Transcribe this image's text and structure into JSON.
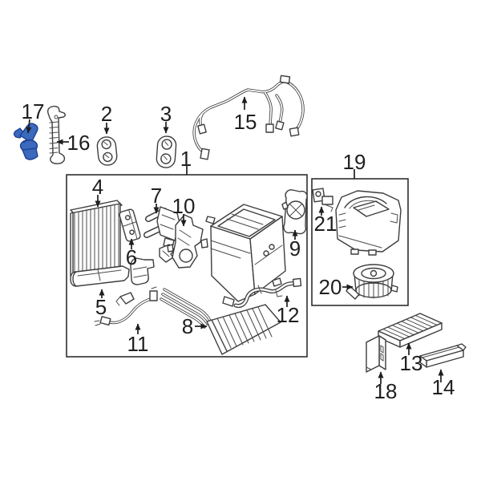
{
  "figure": {
    "kind": "exploded-parts-diagram",
    "background": "#ffffff",
    "line_color": "#3d3d3d",
    "highlight_fill": "#3a69bd",
    "highlight_outline": "#1c3d8e",
    "callouts": [
      {
        "label": "1"
      },
      {
        "label": "2"
      },
      {
        "label": "3"
      },
      {
        "label": "4"
      },
      {
        "label": "5"
      },
      {
        "label": "6"
      },
      {
        "label": "7"
      },
      {
        "label": "8"
      },
      {
        "label": "9"
      },
      {
        "label": "10"
      },
      {
        "label": "11"
      },
      {
        "label": "12"
      },
      {
        "label": "13"
      },
      {
        "label": "14"
      },
      {
        "label": "15"
      },
      {
        "label": "16"
      },
      {
        "label": "17"
      },
      {
        "label": "18"
      },
      {
        "label": "19"
      },
      {
        "label": "20"
      },
      {
        "label": "21"
      }
    ]
  }
}
